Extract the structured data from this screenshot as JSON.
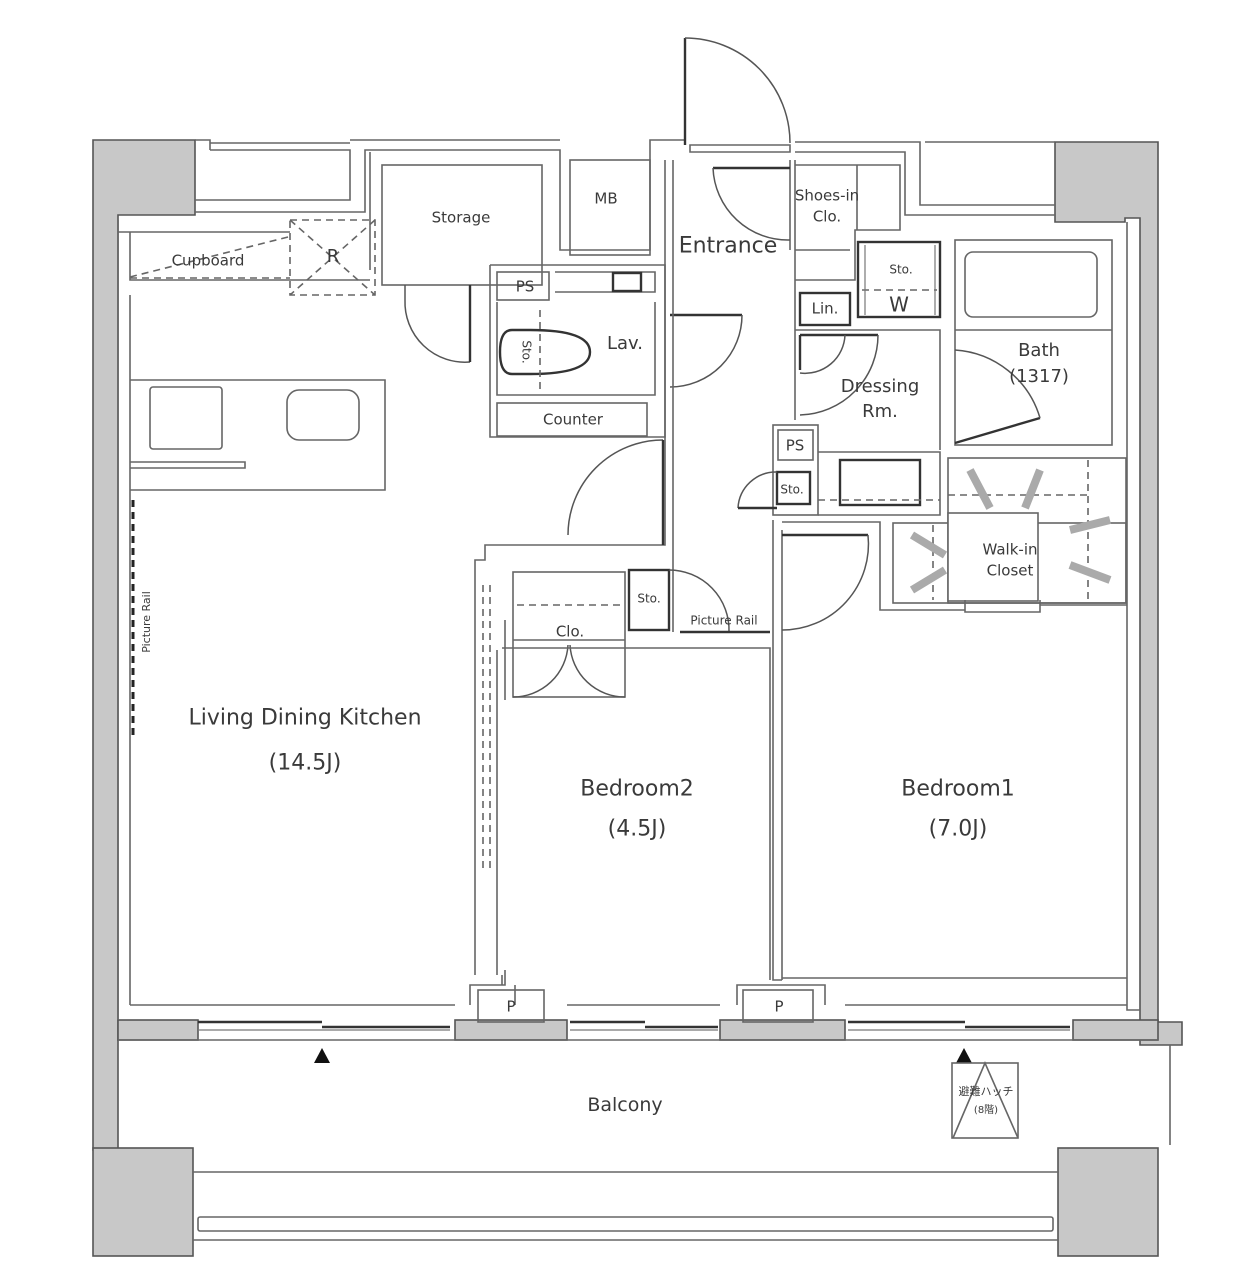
{
  "floor_plan": {
    "rooms": {
      "ldk": {
        "name": "Living Dining Kitchen",
        "size": "(14.5J)"
      },
      "bedroom2": {
        "name": "Bedroom2",
        "size": "(4.5J)"
      },
      "bedroom1": {
        "name": "Bedroom1",
        "size": "(7.0J)"
      },
      "bath": {
        "name": "Bath",
        "size": "(1317)"
      },
      "dressing": {
        "line1": "Dressing",
        "line2": "Rm."
      },
      "walkin": {
        "line1": "Walk-in",
        "line2": "Closet"
      },
      "shoes": {
        "line1": "Shoes-in",
        "line2": "Clo."
      },
      "entrance": "Entrance",
      "storage": "Storage",
      "mb": "MB",
      "cupboard": "Cupboard",
      "refrigerator": "R",
      "lav": "Lav.",
      "counter": "Counter",
      "balcony": "Balcony"
    },
    "fixtures": {
      "ps_lav": "PS",
      "ps_dressing": "PS",
      "sto_toilet": "Sto.",
      "sto_washer": "Sto.",
      "washer": "W",
      "linen": "Lin.",
      "sto_dressing": "Sto.",
      "sto_bedroom2": "Sto.",
      "clo_bedroom2": "Clo.",
      "picture_rail_ldk": "Picture Rail",
      "picture_rail_hall": "Picture Rail",
      "pipe_space_1": "P",
      "pipe_space_2": "P",
      "evac_hatch_line1": "避難ハッチ",
      "evac_hatch_line2": "(8階)"
    }
  }
}
